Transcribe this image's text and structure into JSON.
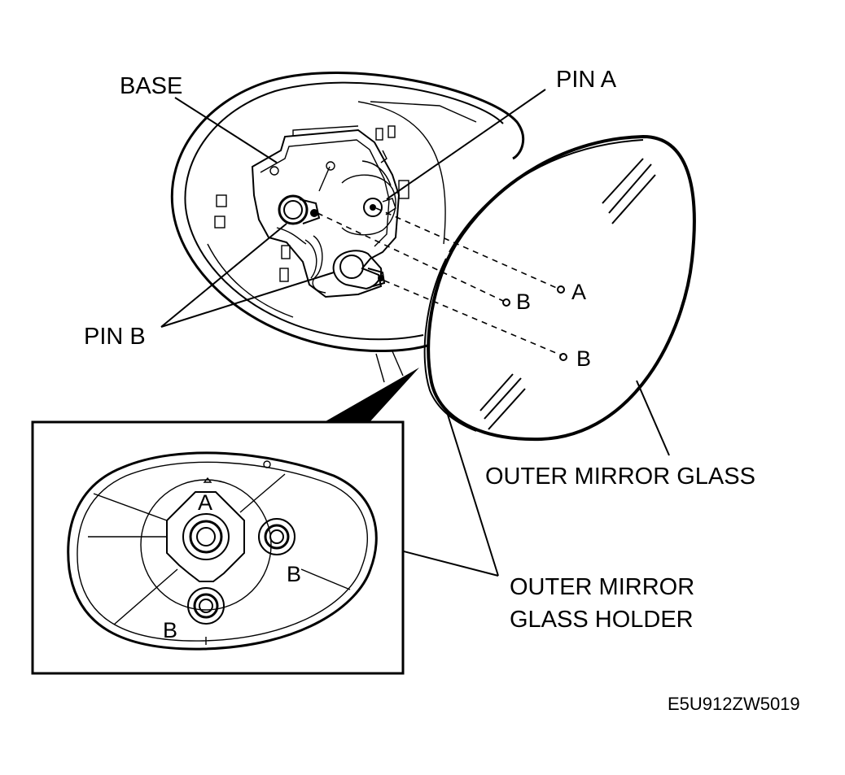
{
  "labels": {
    "base": "BASE",
    "pin_a": "PIN A",
    "pin_b": "PIN B",
    "glass_a": "A",
    "glass_b_upper": "B",
    "glass_b_lower": "B",
    "outer_mirror_glass": "OUTER MIRROR GLASS",
    "holder_line1": "OUTER MIRROR",
    "holder_line2": "GLASS HOLDER",
    "inset_a": "A",
    "inset_b_right": "B",
    "inset_b_bottom": "B"
  },
  "figure_code": "E5U912ZW5019"
}
